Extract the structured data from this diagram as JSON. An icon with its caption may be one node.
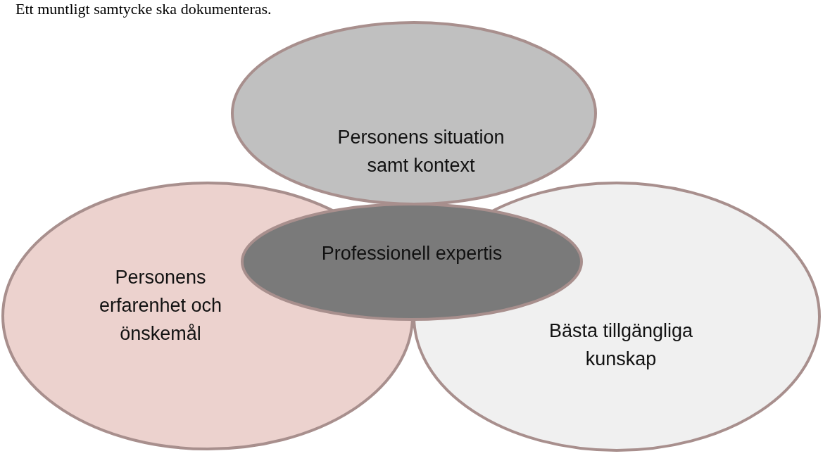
{
  "diagram": {
    "nodes": [
      {
        "text": [
          "Personens situation samt kontext"
        ]
      },
      {
        "text": [
          "Personens erfarenhet och önskemål"
        ]
      },
      {
        "text": [
          "Bästa tillgängliga kunskap"
        ]
      },
      {
        "text": [
          "Professionell expertis"
        ]
      }
    ],
    "labels": [
      "Ett muntligt samtycke ska dokumenteras."
    ]
  }
}
